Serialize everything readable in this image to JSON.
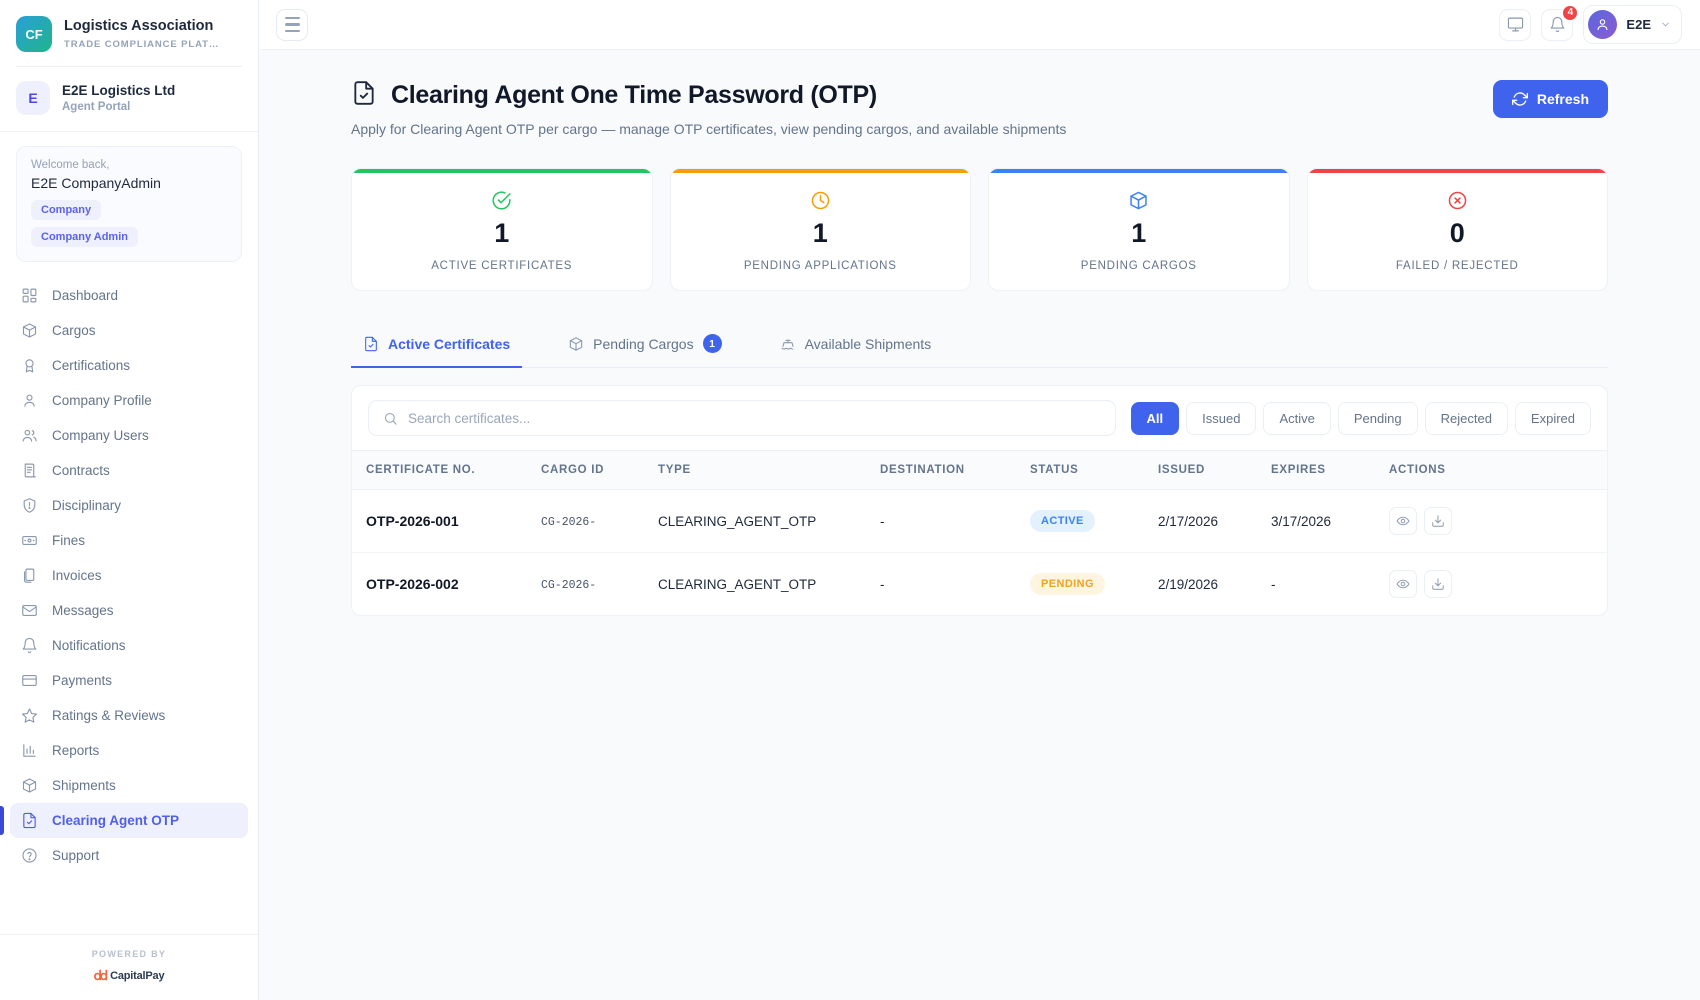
{
  "sidebar": {
    "brand": {
      "initials": "CF",
      "name": "Logistics Association",
      "tagline": "TRADE COMPLIANCE PLATF…"
    },
    "org": {
      "initial": "E",
      "name": "E2E Logistics Ltd",
      "portal": "Agent Portal"
    },
    "welcome": {
      "label": "Welcome back,",
      "name": "E2E CompanyAdmin",
      "chips": [
        "Company",
        "Company Admin"
      ]
    },
    "items": [
      {
        "label": "Dashboard",
        "icon": "grid-icon",
        "active": false
      },
      {
        "label": "Cargos",
        "icon": "box-icon",
        "active": false
      },
      {
        "label": "Certifications",
        "icon": "award-icon",
        "active": false
      },
      {
        "label": "Company Profile",
        "icon": "user-icon",
        "active": false
      },
      {
        "label": "Company Users",
        "icon": "users-icon",
        "active": false
      },
      {
        "label": "Contracts",
        "icon": "contract-icon",
        "active": false
      },
      {
        "label": "Disciplinary",
        "icon": "shield-alert-icon",
        "active": false
      },
      {
        "label": "Fines",
        "icon": "banknote-icon",
        "active": false
      },
      {
        "label": "Invoices",
        "icon": "invoice-icon",
        "active": false
      },
      {
        "label": "Messages",
        "icon": "mail-icon",
        "active": false
      },
      {
        "label": "Notifications",
        "icon": "bell-icon",
        "active": false
      },
      {
        "label": "Payments",
        "icon": "credit-card-icon",
        "active": false
      },
      {
        "label": "Ratings & Reviews",
        "icon": "star-icon",
        "active": false
      },
      {
        "label": "Reports",
        "icon": "bar-chart-icon",
        "active": false
      },
      {
        "label": "Shipments",
        "icon": "box-icon",
        "active": false
      },
      {
        "label": "Clearing Agent OTP",
        "icon": "file-check-icon",
        "active": true
      },
      {
        "label": "Support",
        "icon": "help-circle-icon",
        "active": false
      }
    ],
    "footer": {
      "powered_by": "POWERED BY",
      "partner": "CapitalPay"
    }
  },
  "topbar": {
    "menu_icon": "hamburger-icon",
    "monitor_icon": "monitor-icon",
    "notifications_icon": "bell-icon",
    "notifications_count": "4",
    "user_name": "E2E",
    "avatar_icon": "user-icon",
    "caret_icon": "chevron-down-icon"
  },
  "page": {
    "title": "Clearing Agent One Time Password (OTP)",
    "title_icon": "file-check-icon",
    "subtitle": "Apply for Clearing Agent OTP per cargo — manage OTP certificates, view pending cargos, and available shipments",
    "refresh_label": "Refresh",
    "refresh_icon": "refresh-icon"
  },
  "stats": [
    {
      "value": "1",
      "label": "ACTIVE CERTIFICATES",
      "icon": "check-circle-icon",
      "color": "#22c55e"
    },
    {
      "value": "1",
      "label": "PENDING APPLICATIONS",
      "icon": "clock-icon",
      "color": "#f59e0b"
    },
    {
      "value": "1",
      "label": "PENDING CARGOS",
      "icon": "box-icon",
      "color": "#3b82f6"
    },
    {
      "value": "0",
      "label": "FAILED / REJECTED",
      "icon": "x-circle-icon",
      "color": "#ef4444"
    }
  ],
  "tabs": [
    {
      "label": "Active Certificates",
      "icon": "file-check-icon",
      "badge": "",
      "active": true
    },
    {
      "label": "Pending Cargos",
      "icon": "box-icon",
      "badge": "1",
      "active": false
    },
    {
      "label": "Available Shipments",
      "icon": "ship-icon",
      "badge": "",
      "active": false
    }
  ],
  "search": {
    "placeholder": "Search certificates...",
    "value": "",
    "icon": "search-icon"
  },
  "filters": [
    {
      "label": "All",
      "active": true
    },
    {
      "label": "Issued",
      "active": false
    },
    {
      "label": "Active",
      "active": false
    },
    {
      "label": "Pending",
      "active": false
    },
    {
      "label": "Rejected",
      "active": false
    },
    {
      "label": "Expired",
      "active": false
    }
  ],
  "table": {
    "columns": [
      "CERTIFICATE NO.",
      "CARGO ID",
      "TYPE",
      "DESTINATION",
      "STATUS",
      "ISSUED",
      "EXPIRES",
      "ACTIONS"
    ],
    "rows": [
      {
        "certificate_no": "OTP-2026-001",
        "cargo_id": "CG-2026-",
        "type": "CLEARING_AGENT_OTP",
        "destination": "-",
        "status": "ACTIVE",
        "status_kind": "active",
        "issued": "2/17/2026",
        "expires": "3/17/2026"
      },
      {
        "certificate_no": "OTP-2026-002",
        "cargo_id": "CG-2026-",
        "type": "CLEARING_AGENT_OTP",
        "destination": "-",
        "status": "PENDING",
        "status_kind": "pending",
        "issued": "2/19/2026",
        "expires": "-"
      }
    ],
    "row_actions": [
      {
        "icon": "eye-icon",
        "name": "view-button"
      },
      {
        "icon": "download-icon",
        "name": "download-button"
      }
    ]
  }
}
